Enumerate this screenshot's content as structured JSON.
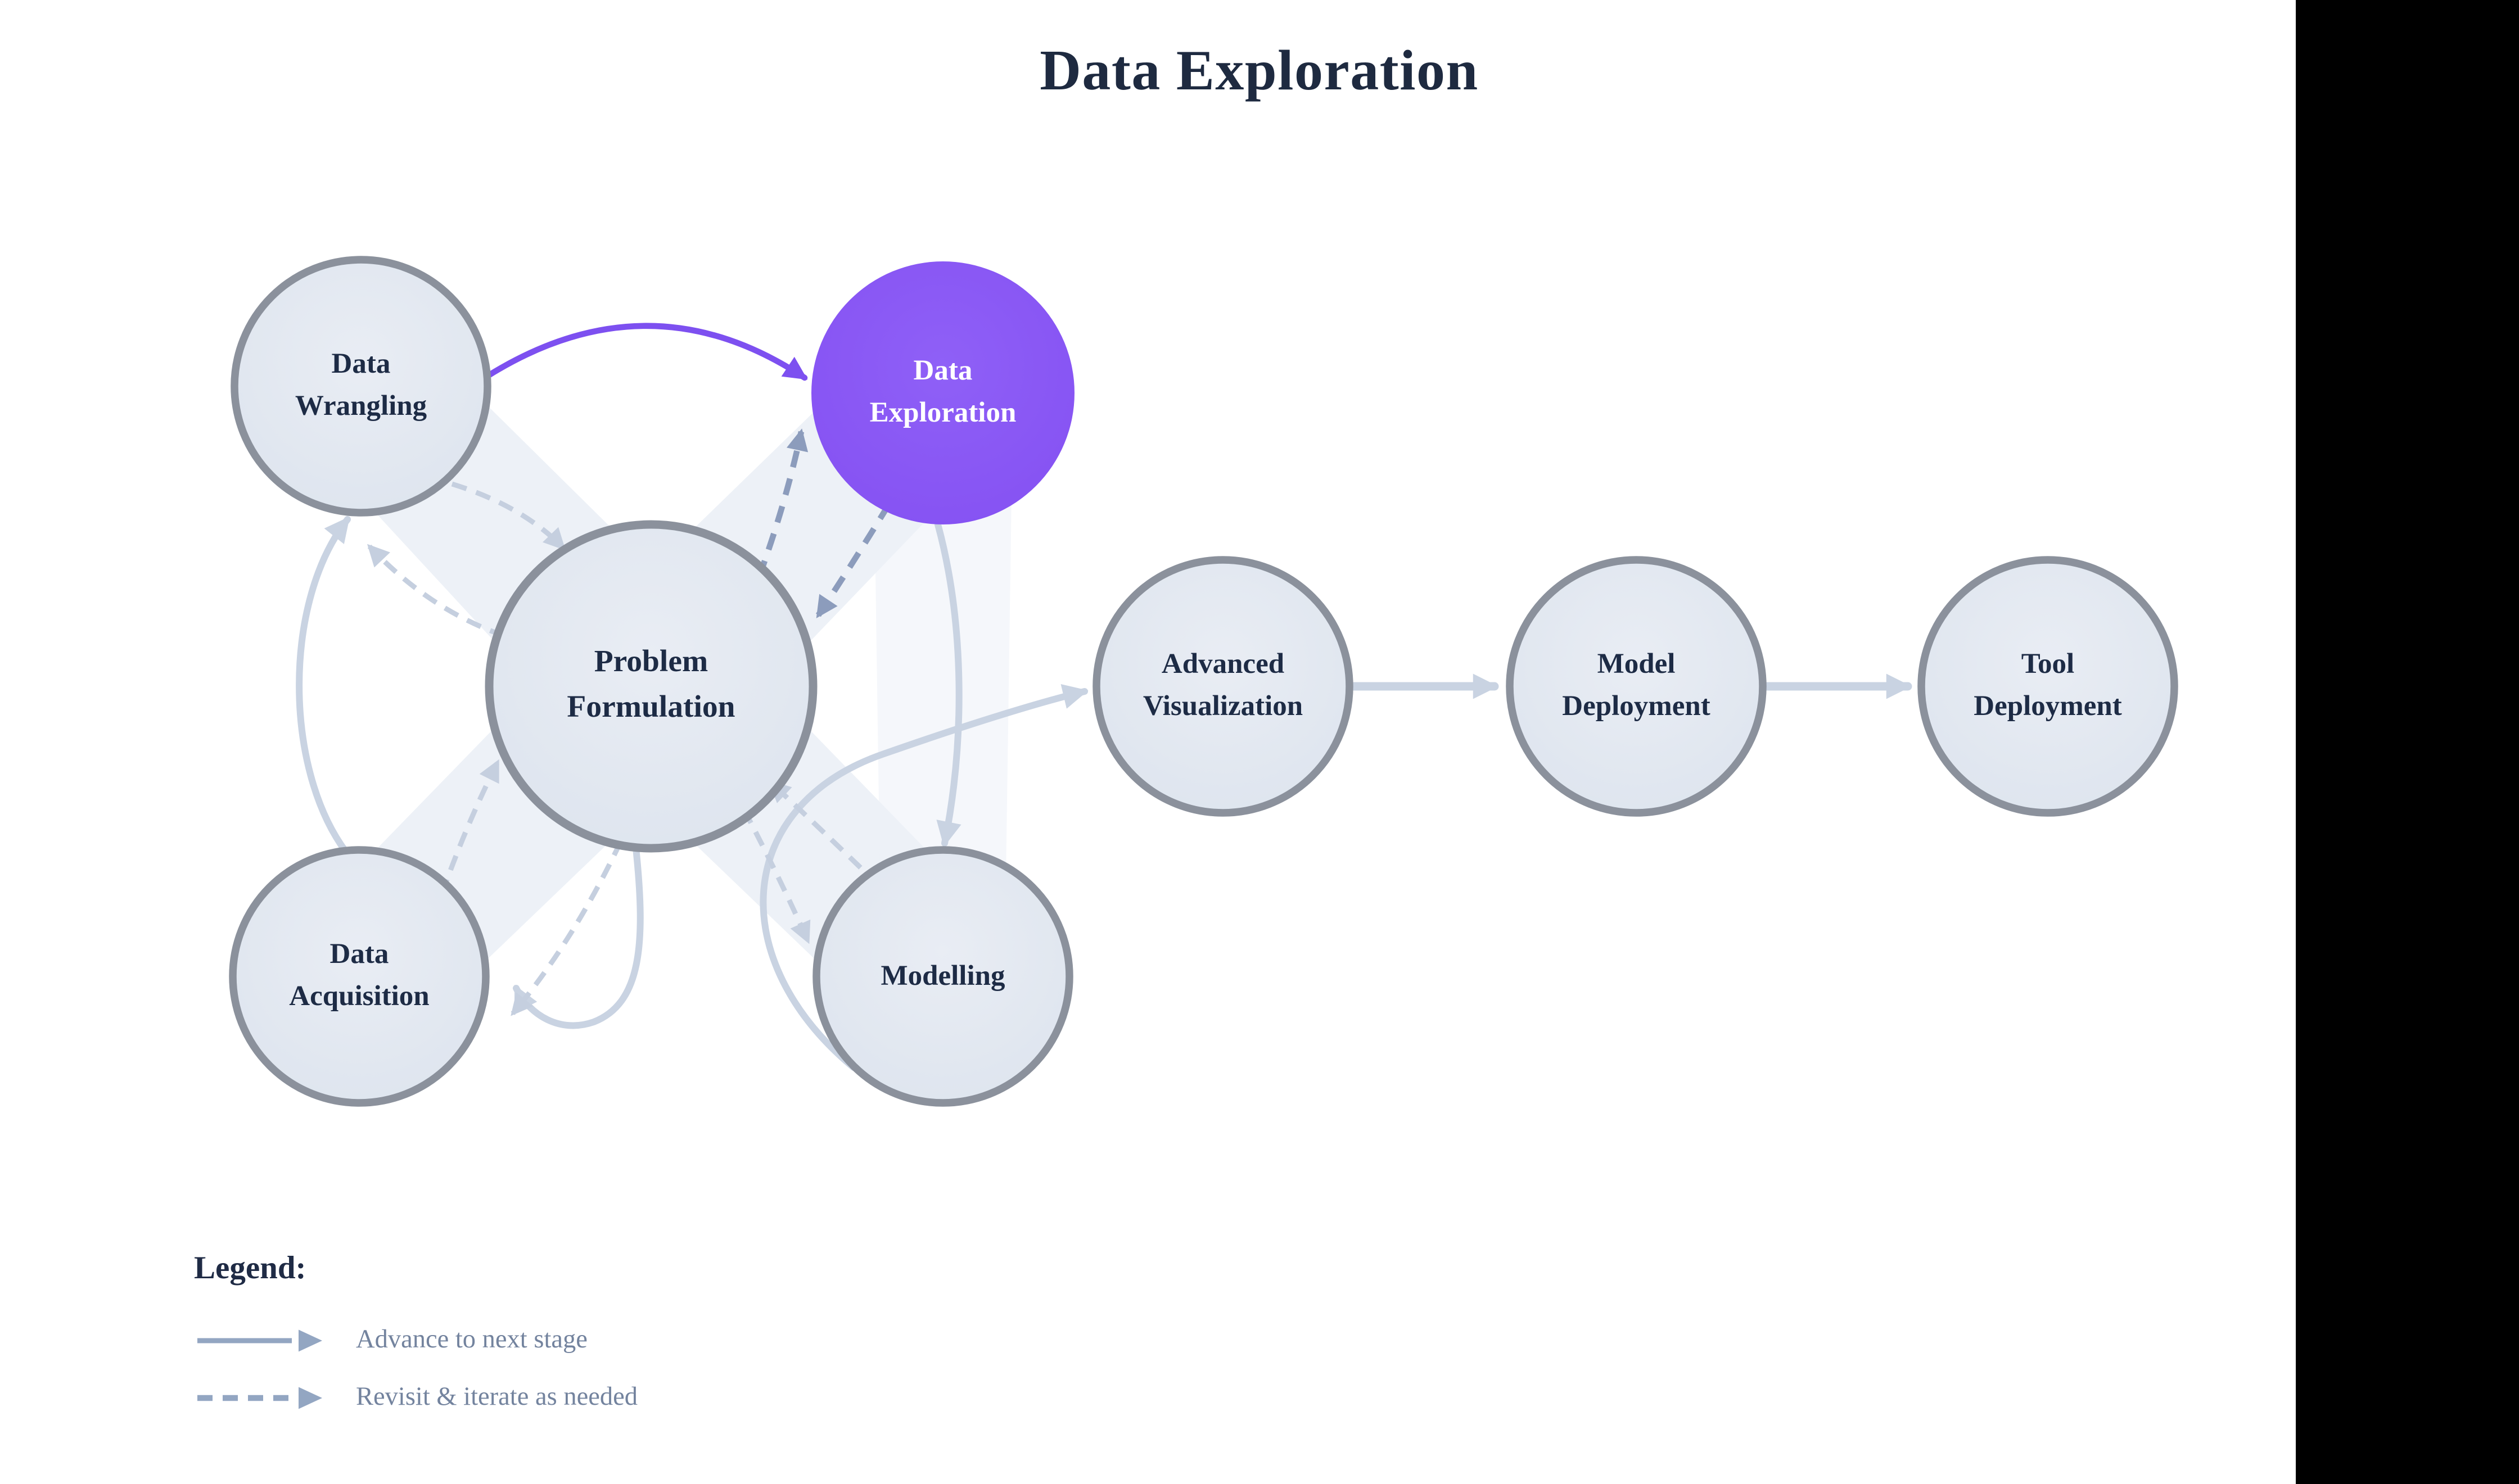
{
  "title": "Data Exploration",
  "nodes": [
    {
      "id": "data-wrangling",
      "line1": "Data",
      "line2": "Wrangling",
      "role": "stage"
    },
    {
      "id": "data-exploration",
      "line1": "Data",
      "line2": "Exploration",
      "role": "stage",
      "highlighted": true
    },
    {
      "id": "problem-formulation",
      "line1": "Problem",
      "line2": "Formulation",
      "role": "hub"
    },
    {
      "id": "data-acquisition",
      "line1": "Data",
      "line2": "Acquisition",
      "role": "stage"
    },
    {
      "id": "modelling",
      "line1": "Modelling",
      "line2": "",
      "role": "stage"
    },
    {
      "id": "advanced-visualization",
      "line1": "Advanced",
      "line2": "Visualization",
      "role": "stage"
    },
    {
      "id": "model-deployment",
      "line1": "Model",
      "line2": "Deployment",
      "role": "stage"
    },
    {
      "id": "tool-deployment",
      "line1": "Tool",
      "line2": "Deployment",
      "role": "stage"
    }
  ],
  "edges": {
    "advance": [
      {
        "from": "problem-formulation",
        "to": "data-acquisition"
      },
      {
        "from": "data-acquisition",
        "to": "data-wrangling"
      },
      {
        "from": "data-wrangling",
        "to": "data-exploration",
        "highlighted": true
      },
      {
        "from": "data-exploration",
        "to": "modelling"
      },
      {
        "from": "modelling",
        "to": "advanced-visualization"
      },
      {
        "from": "advanced-visualization",
        "to": "model-deployment"
      },
      {
        "from": "model-deployment",
        "to": "tool-deployment"
      }
    ],
    "revisit": [
      {
        "from": "data-wrangling",
        "to": "problem-formulation"
      },
      {
        "from": "problem-formulation",
        "to": "data-wrangling"
      },
      {
        "from": "data-acquisition",
        "to": "problem-formulation"
      },
      {
        "from": "problem-formulation",
        "to": "data-acquisition"
      },
      {
        "from": "modelling",
        "to": "problem-formulation"
      },
      {
        "from": "problem-formulation",
        "to": "modelling"
      },
      {
        "from": "problem-formulation",
        "to": "data-exploration",
        "emphasized": true
      },
      {
        "from": "data-exploration",
        "to": "problem-formulation",
        "emphasized": true
      }
    ]
  },
  "legend": {
    "heading": "Legend:",
    "items": [
      {
        "style": "solid",
        "label": "Advance to next stage"
      },
      {
        "style": "dashed",
        "label": "Revisit & iterate as needed"
      }
    ]
  },
  "colors": {
    "background": "#ffffff",
    "letterbox": "#000000",
    "title_text": "#1e2a40",
    "node_fill": "#e2e8f1",
    "node_border": "#8b919c",
    "node_text": "#1d2b45",
    "highlight_fill": "#8a59f5",
    "highlight_text": "#ffffff",
    "advance_arrow": "#c9d3e2",
    "highlight_arrow": "#7d50f0",
    "revisit_arrow_light": "#c5cfdf",
    "revisit_arrow_dark": "#8c9cbc",
    "legend_text": "#73839e",
    "legend_arrow": "#93a6c2"
  }
}
